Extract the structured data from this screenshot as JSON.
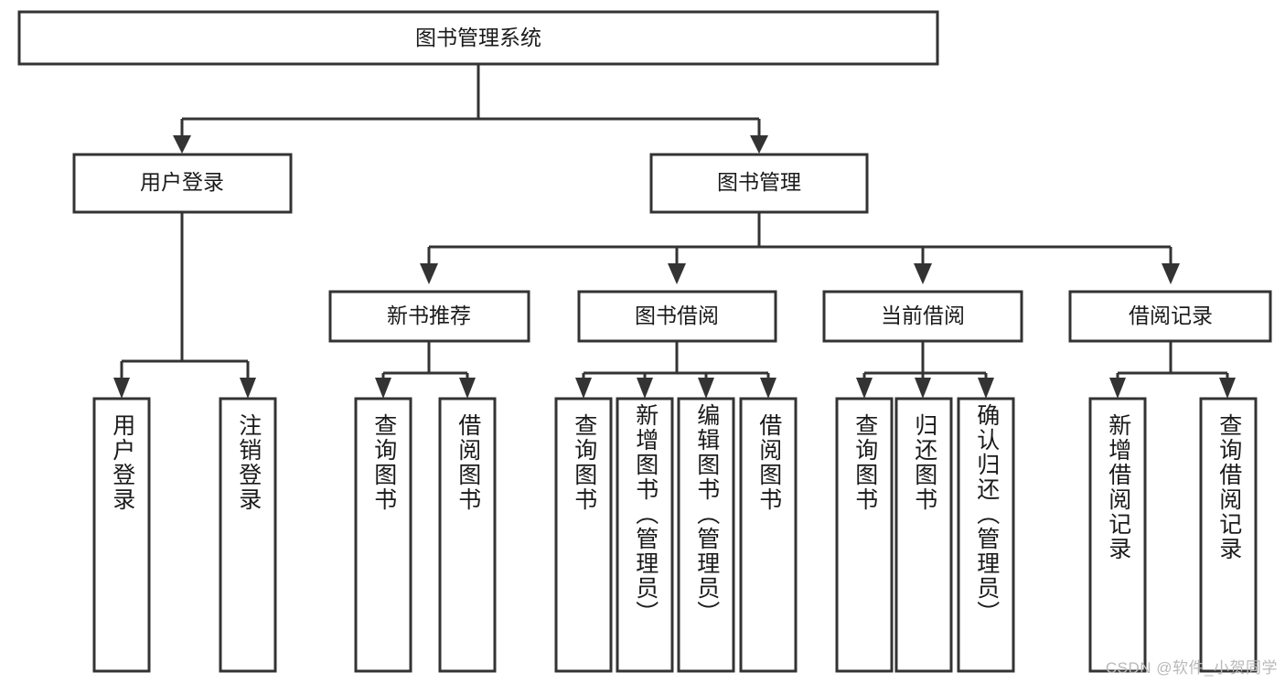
{
  "diagram": {
    "title": "图书管理系统",
    "type": "hierarchy-tree",
    "watermark": "CSDN @软件_小贺同学",
    "colors": {
      "box_stroke": "#333333",
      "box_fill": "#ffffff",
      "text": "#1a1a1a",
      "watermark": "#b9b9b9",
      "background": "#ffffff"
    },
    "root": {
      "label": "图书管理系统"
    },
    "level2": [
      {
        "label": "用户登录"
      },
      {
        "label": "图书管理"
      }
    ],
    "level3": [
      {
        "label": "新书推荐"
      },
      {
        "label": "图书借阅"
      },
      {
        "label": "当前借阅"
      },
      {
        "label": "借阅记录"
      }
    ],
    "leaves": {
      "user_login": [
        {
          "label": "用户登录"
        },
        {
          "label": "注销登录"
        }
      ],
      "new_book_recommend": [
        {
          "label": "查询图书"
        },
        {
          "label": "借阅图书"
        }
      ],
      "book_borrow": [
        {
          "label": "查询图书"
        },
        {
          "label": "新增图书（管理员）"
        },
        {
          "label": "编辑图书（管理员）"
        },
        {
          "label": "借阅图书"
        }
      ],
      "current_borrow": [
        {
          "label": "查询图书"
        },
        {
          "label": "归还图书"
        },
        {
          "label": "确认归还（管理员）"
        }
      ],
      "borrow_record": [
        {
          "label": "新增借阅记录"
        },
        {
          "label": "查询借阅记录"
        }
      ]
    }
  }
}
